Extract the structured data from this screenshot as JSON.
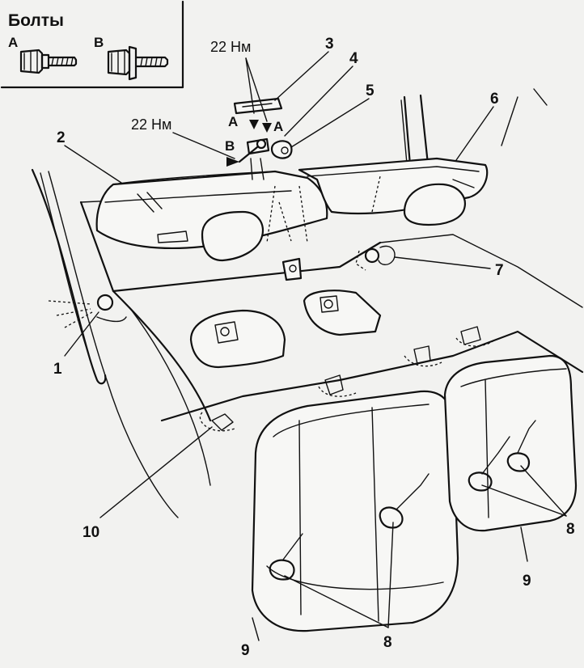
{
  "legend": {
    "title": "Болты",
    "bolt_a": "A",
    "bolt_b": "B"
  },
  "torque": {
    "top": "22 Нм",
    "left": "22 Нм"
  },
  "letters": {
    "a_left": "A",
    "a_right": "A",
    "b": "B"
  },
  "callouts": {
    "c1": "1",
    "c2": "2",
    "c3": "3",
    "c4": "4",
    "c5": "5",
    "c6": "6",
    "c7": "7",
    "c8a": "8",
    "c8b": "8",
    "c9a": "9",
    "c9b": "9",
    "c10": "10"
  }
}
